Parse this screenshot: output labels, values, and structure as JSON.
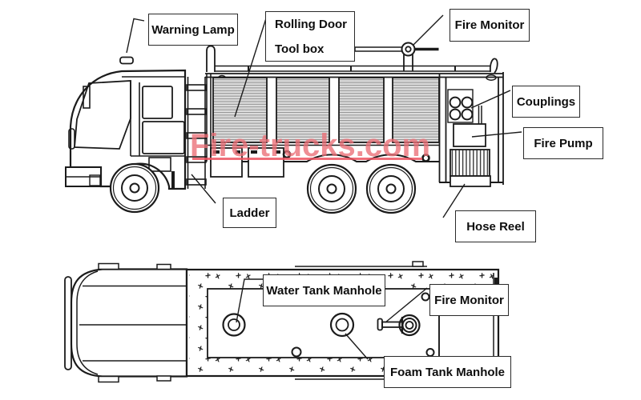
{
  "labels": {
    "warning_lamp": "Warning Lamp",
    "rolling_door": "Rolling Door",
    "tool_box": "Tool box",
    "fire_monitor_side": "Fire Monitor",
    "couplings": "Couplings",
    "fire_pump": "Fire Pump",
    "ladder": "Ladder",
    "hose_reel": "Hose Reel",
    "water_tank_manhole": "Water Tank Manhole",
    "fire_monitor_plan": "Fire Monitor",
    "foam_tank_manhole": "Foam Tank Manhole"
  },
  "watermark": {
    "text": "Fire-trucks.com",
    "text_color": "#eb6e76",
    "underline_color": "#ec5460"
  },
  "colors": {
    "line": "#1b1b1b",
    "background": "#ffffff",
    "label_border": "#2a2a2a"
  }
}
